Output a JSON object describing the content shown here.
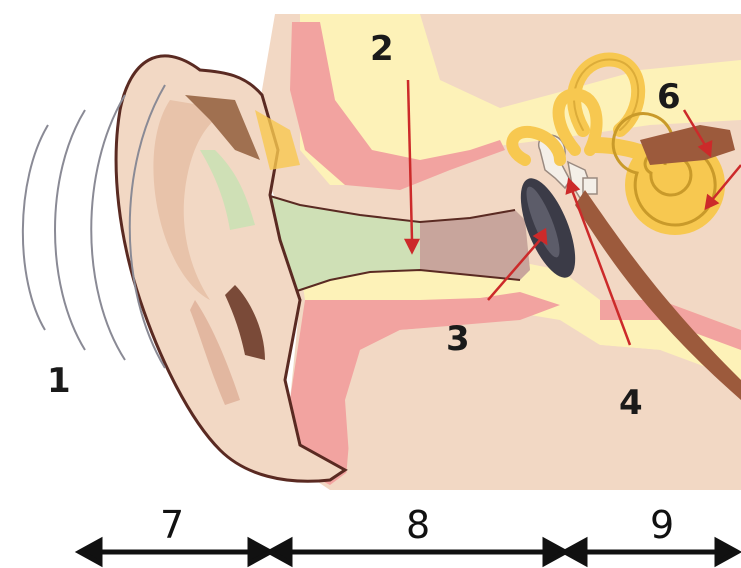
{
  "labels": {
    "l1": "1",
    "l2": "2",
    "l3": "3",
    "l4": "4",
    "l6": "6",
    "l7": "7",
    "l8": "8",
    "l9": "9"
  },
  "colors": {
    "skin": "#f2d8c4",
    "skin_dark": "#d9b49b",
    "canal": "#cfe0b6",
    "pink": "#f2a3a0",
    "yellow": "#fdf2b8",
    "bone": "#f7c850",
    "eardrum": "#3b3b47",
    "arrow": "#cc2a2a",
    "brown": "#9c5a3c",
    "outline": "#5a2a22"
  }
}
